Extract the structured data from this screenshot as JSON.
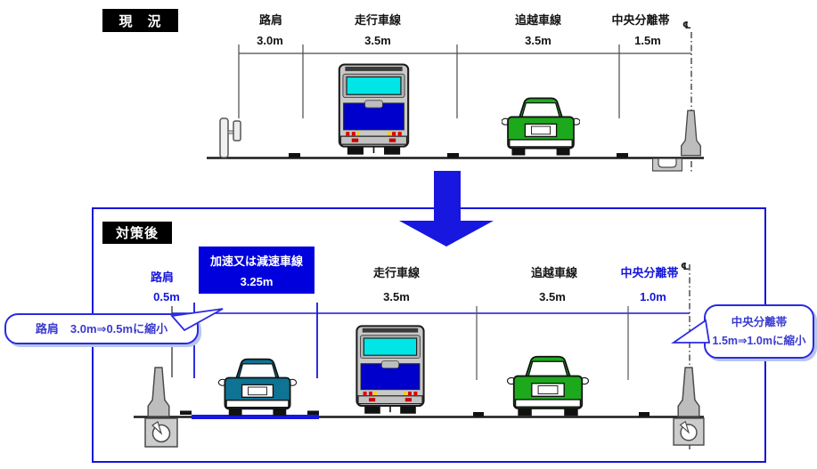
{
  "current": {
    "section_label": "現　況",
    "centerline_symbol": "℄",
    "lanes": [
      {
        "name": "路肩",
        "width": "3.0m"
      },
      {
        "name": "走行車線",
        "width": "3.5m"
      },
      {
        "name": "追越車線",
        "width": "3.5m"
      },
      {
        "name": "中央分離帯",
        "width": "1.5m"
      }
    ]
  },
  "after": {
    "section_label": "対策後",
    "centerline_symbol": "℄",
    "highlight_lane": {
      "name": "加速又は減速車線",
      "width": "3.25m"
    },
    "lanes": [
      {
        "name": "路肩",
        "width": "0.5m"
      },
      {
        "name": "走行車線",
        "width": "3.5m"
      },
      {
        "name": "追越車線",
        "width": "3.5m"
      },
      {
        "name": "中央分離帯",
        "width": "1.0m"
      }
    ]
  },
  "callouts": {
    "shoulder": "路肩　3.0m⇒0.5mに縮小",
    "median_line1": "中央分離帯",
    "median_line2": "1.5m⇒1.0mに縮小"
  },
  "colors": {
    "accent_blue": "#1515dd",
    "highlight_box_fill": "#0000dd",
    "callout_text": "#3a3ad0",
    "bus_panel_blue": "#0000cc",
    "window_cyan": "#00e6e6",
    "green_car": "#1caa1c",
    "teal_car": "#0f7394",
    "barrier_gray": "#bdbdbd"
  }
}
